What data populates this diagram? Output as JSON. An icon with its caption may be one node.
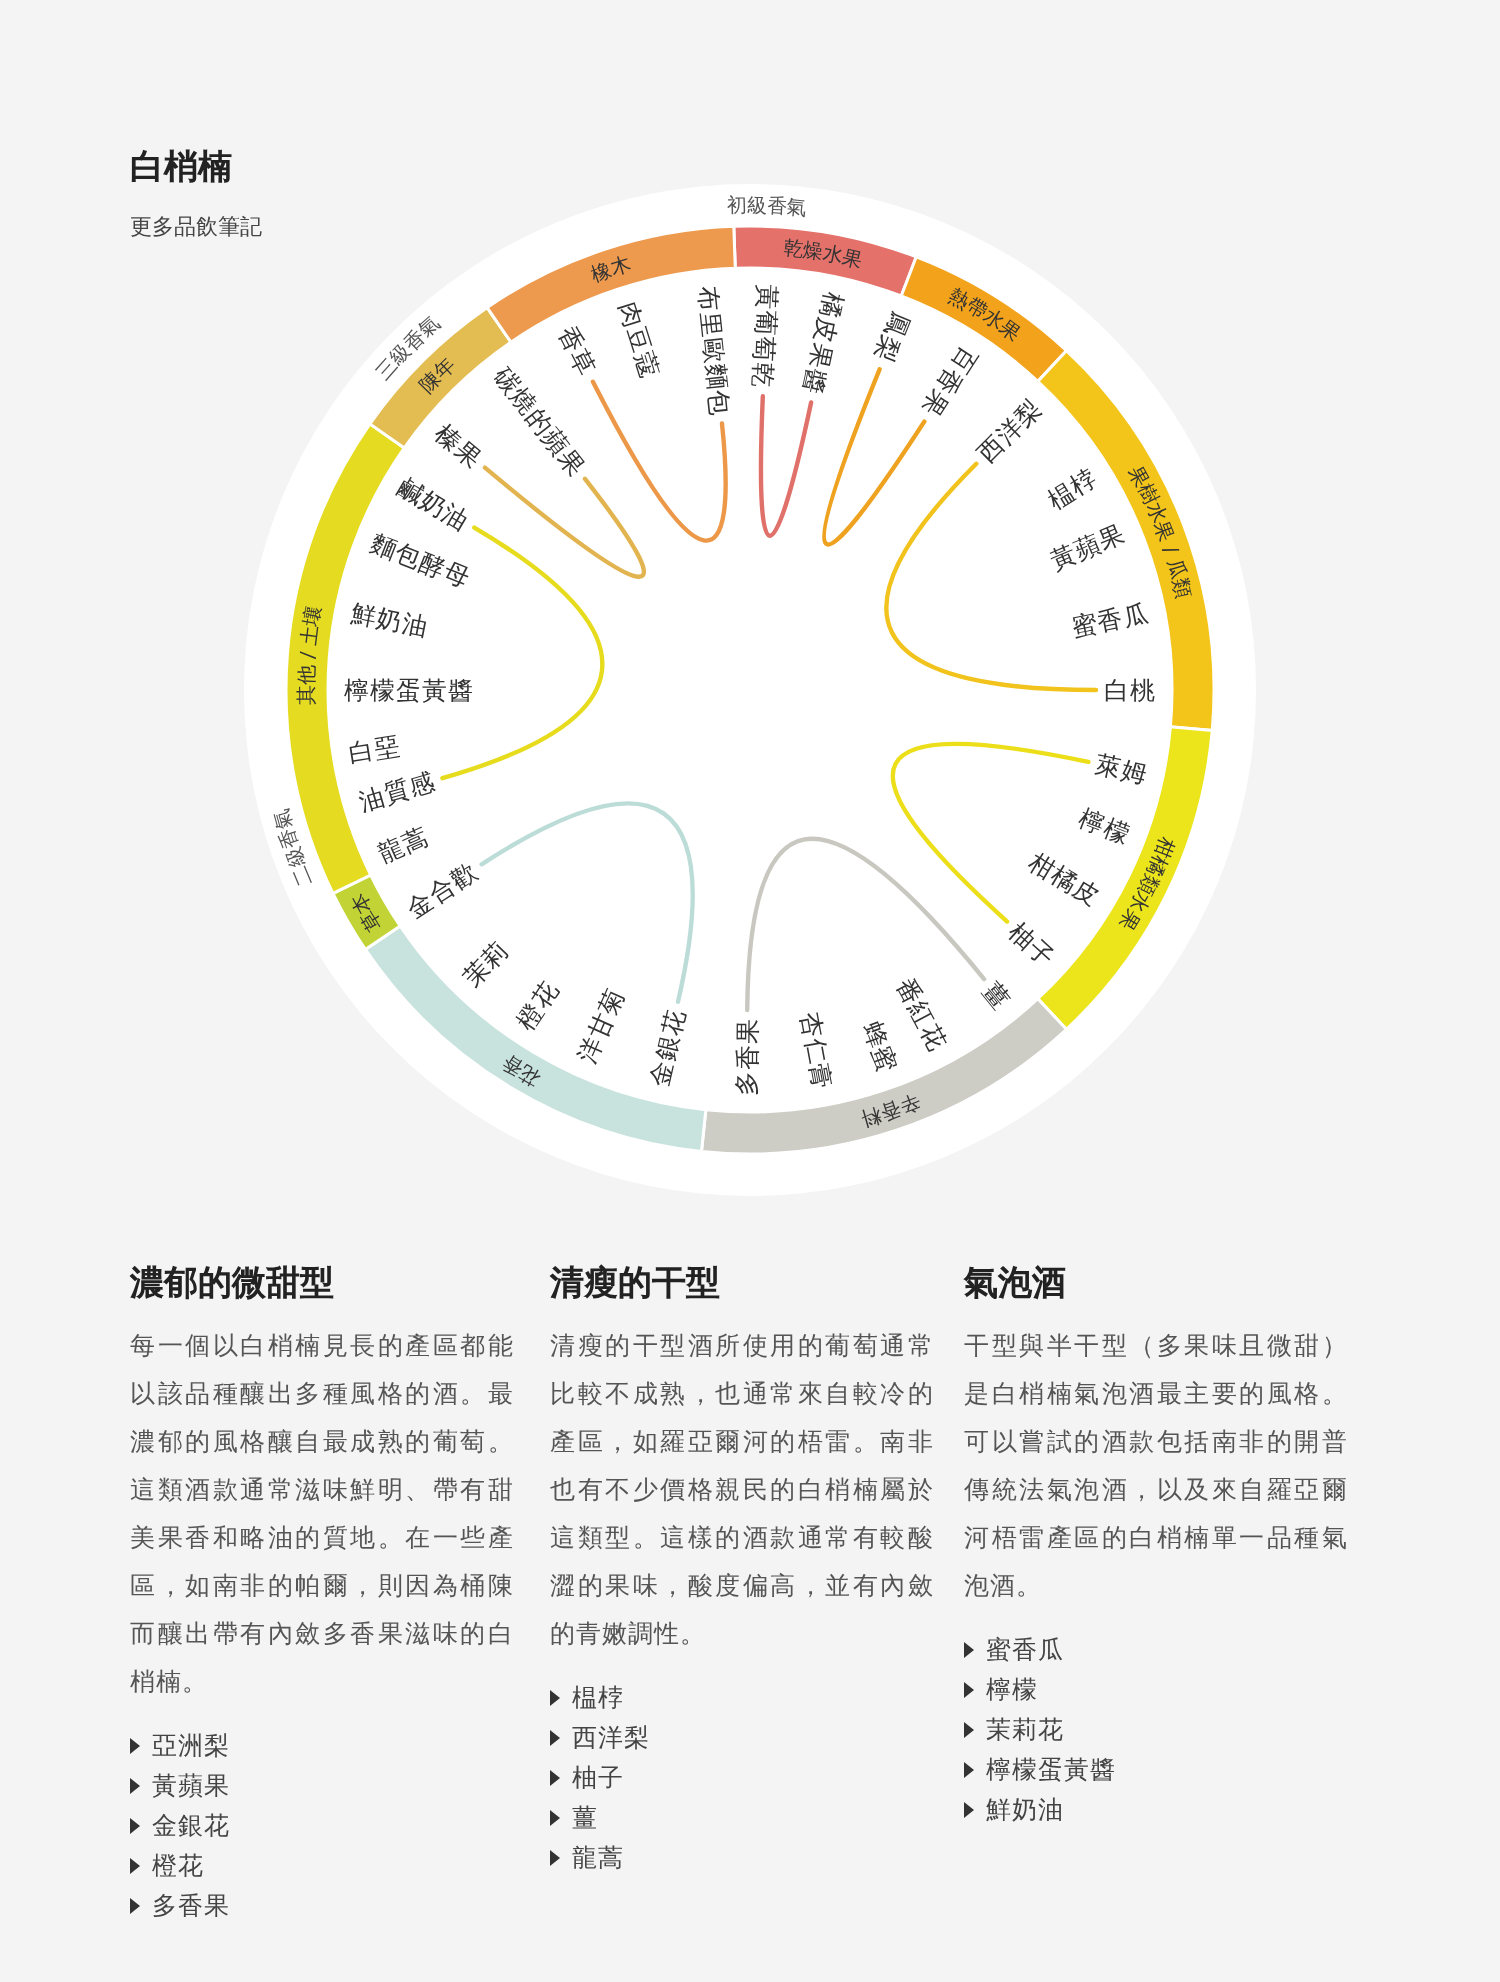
{
  "diagram": {
    "title": "白梢楠",
    "nodes": [
      {
        "text": [
          "乾燥水果"
        ]
      },
      {
        "text": [
          "熱帶水果"
        ]
      },
      {
        "text": [
          "果樹水果 / 瓜類"
        ]
      },
      {
        "text": [
          "柑橘類水果"
        ]
      },
      {
        "text": [
          "辛香料"
        ]
      },
      {
        "text": [
          "花香"
        ]
      },
      {
        "text": [
          "草本"
        ]
      },
      {
        "text": [
          "其他 / 土壤"
        ]
      },
      {
        "text": [
          "陳年"
        ]
      },
      {
        "text": [
          "橡木"
        ]
      },
      {
        "text": [
          "黃葡萄乾"
        ]
      },
      {
        "text": [
          "橘皮果醬"
        ]
      },
      {
        "text": [
          "鳳梨"
        ]
      },
      {
        "text": [
          "百香果"
        ]
      },
      {
        "text": [
          "西洋梨"
        ]
      },
      {
        "text": [
          "白桃"
        ]
      },
      {
        "text": [
          "萊姆"
        ]
      },
      {
        "text": [
          "柚子"
        ]
      },
      {
        "text": [
          "薑"
        ]
      },
      {
        "text": [
          "多香果"
        ]
      },
      {
        "text": [
          "金銀花"
        ]
      },
      {
        "text": [
          "金合歡"
        ]
      },
      {
        "text": [
          "油質感"
        ]
      },
      {
        "text": [
          "鹹奶油"
        ]
      },
      {
        "text": [
          "榛果"
        ]
      },
      {
        "text": [
          "碳燒的蘋果"
        ]
      },
      {
        "text": [
          "香草"
        ]
      },
      {
        "text": [
          "布里歐麵包"
        ]
      }
    ],
    "edges": [
      {
        "from": 10,
        "to": 11,
        "arrow": "none",
        "color": "#e0706a"
      },
      {
        "from": 12,
        "to": 13,
        "arrow": "none",
        "color": "#eea21f"
      },
      {
        "from": 14,
        "to": 15,
        "arrow": "none",
        "color": "#f1c31c"
      },
      {
        "from": 16,
        "to": 17,
        "arrow": "none",
        "color": "#ecdf1a"
      },
      {
        "from": 18,
        "to": 19,
        "arrow": "none",
        "color": "#c8c7c0"
      },
      {
        "from": 20,
        "to": 21,
        "arrow": "none",
        "color": "#bcdcd8"
      },
      {
        "from": 22,
        "to": 23,
        "arrow": "none",
        "color": "#e6dc1d"
      },
      {
        "from": 24,
        "to": 25,
        "arrow": "none",
        "color": "#e2b44f"
      },
      {
        "from": 26,
        "to": 27,
        "arrow": "none",
        "color": "#ec9848"
      }
    ],
    "labels": [
      "更多品飲筆記",
      "初級香氣",
      "三級香氣",
      "二級香氣",
      "榅桲",
      "黃蘋果",
      "蜜香瓜",
      "檸檬",
      "柑橘皮",
      "番紅花",
      "蜂蜜",
      "杏仁膏",
      "洋甘菊",
      "橙花",
      "茉莉",
      "龍蒿",
      "白堊",
      "檸檬蛋黃醬",
      "鮮奶油",
      "麵包酵母",
      "肉豆蔻",
      "濃郁的微甜型",
      "每一個以白梢楠見長的產區都能以該品種釀出多種風格的酒。最濃郁的風格釀自最成熟的葡萄。這類酒款通常滋味鮮明、帶有甜美果香和略油的質地。在一些產區，如南非的帕爾，則因為桶陳而釀出帶有內斂多香果滋味的白梢楠。",
      "亞洲梨",
      "黃蘋果",
      "金銀花",
      "橙花",
      "多香果",
      "清瘦的干型",
      "清瘦的干型酒所使用的葡萄通常比較不成熟，也通常來自較冷的產區，如羅亞爾河的梧雷。南非也有不少價格親民的白梢楠屬於這類型。這樣的酒款通常有較酸澀的果味，酸度偏高，並有內斂的青嫩調性。",
      "榅桲",
      "西洋梨",
      "柚子",
      "薑",
      "龍蒿",
      "氣泡酒",
      "干型與半干型（多果味且微甜）是白梢楠氣泡酒最主要的風格。可以嘗試的酒款包括南非的開普傳統法氣泡酒，以及來自羅亞爾河梧雷產區的白梢楠單一品種氣泡酒。",
      "蜜香瓜",
      "檸檬",
      "茉莉花",
      "檸檬蛋黃醬",
      "鮮奶油"
    ]
  }
}
